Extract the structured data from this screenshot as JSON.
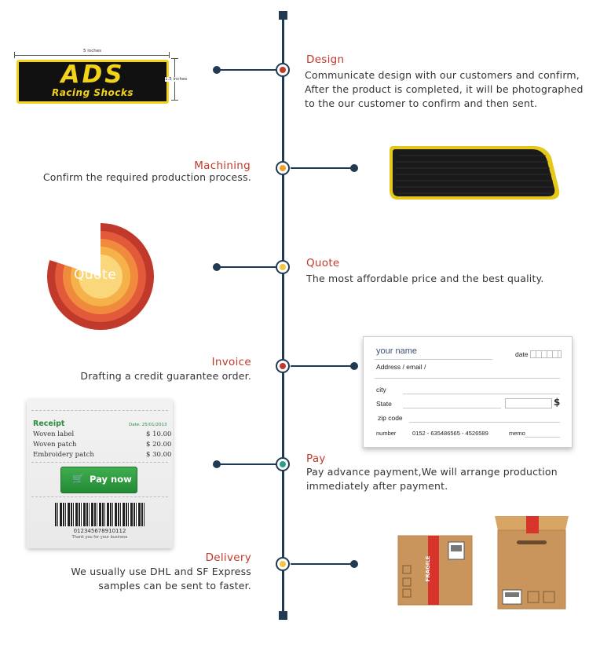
{
  "colors": {
    "timeline": "#1f3a52",
    "title": "#c0392b",
    "node_red": "#c0392b",
    "node_orange": "#f0a030",
    "node_yellow": "#f4c542",
    "node_teal": "#2e9c8a"
  },
  "steps": [
    {
      "title": "Design",
      "desc": [
        "Communicate design with our customers and confirm,",
        "After the product is completed, it will be photographed",
        "to the our customer to confirm and then sent."
      ]
    },
    {
      "title": "Machining",
      "desc": [
        "Confirm the required production process."
      ]
    },
    {
      "title": "Quote",
      "desc": [
        "The most affordable price and the best quality."
      ]
    },
    {
      "title": "Invoice",
      "desc": [
        "Drafting a credit guarantee order."
      ]
    },
    {
      "title": "Pay",
      "desc": [
        "Pay advance payment,We will arrange production",
        "immediately after payment."
      ]
    },
    {
      "title": "Delivery",
      "desc": [
        "We usually use DHL and SF Express",
        "samples can be sent to faster."
      ]
    }
  ],
  "logo": {
    "width_label": "5 inches",
    "height_label": "1.5 inches",
    "brand": "ADS",
    "sub": "Racing Shocks"
  },
  "quote_ring": {
    "label": "Quote"
  },
  "check": {
    "your_name": "your name",
    "date": "date",
    "address": "Address / email /",
    "city": "city",
    "state": "State",
    "dollar": "$",
    "zip": "zip code",
    "number_label": "number",
    "number_value": "0152 - 635486565 - 4526589",
    "memo": "memo"
  },
  "receipt": {
    "title": "Receipt",
    "date": "Date: 25/01/2013",
    "items": [
      {
        "name": "Woven label",
        "price": "$ 10.00"
      },
      {
        "name": "Woven patch",
        "price": "$ 20.00"
      },
      {
        "name": "Embroidery patch",
        "price": "$ 30.00"
      }
    ],
    "pay_button": "Pay now",
    "barcode_number": "012345678910112",
    "thanks": "Thank you for your business"
  },
  "box": {
    "fragile": "FRAGILE"
  }
}
